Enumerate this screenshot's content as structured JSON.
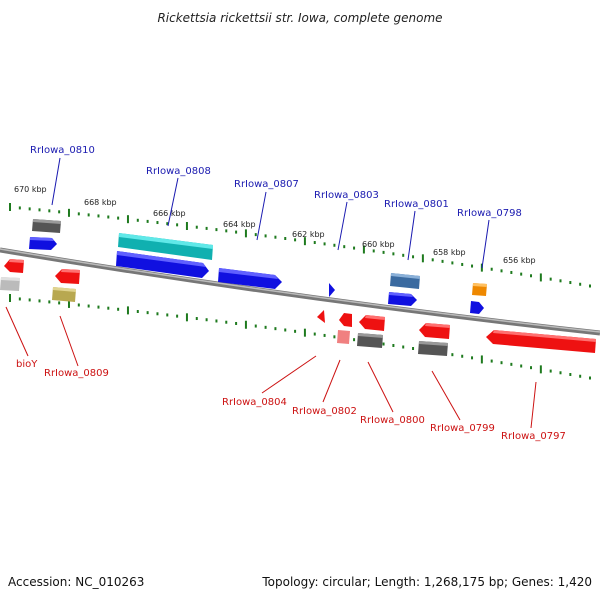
{
  "title": "Rickettsia rickettsii str. Iowa, complete genome",
  "footer": {
    "accession": "Accession: NC_010263",
    "topology": "Topology: circular; Length: 1,268,175 bp; Genes: 1,420"
  },
  "scale": {
    "labels": [
      "670 kbp",
      "668 kbp",
      "666 kbp",
      "664 kbp",
      "662 kbp",
      "660 kbp",
      "658 kbp",
      "656 kbp"
    ]
  },
  "genes_top": [
    {
      "label": "RrIowa_0810"
    },
    {
      "label": "RrIowa_0808"
    },
    {
      "label": "RrIowa_0807"
    },
    {
      "label": "RrIowa_0803"
    },
    {
      "label": "RrIowa_0801"
    },
    {
      "label": "RrIowa_0798"
    }
  ],
  "genes_bottom": [
    {
      "label": "bioY"
    },
    {
      "label": "RrIowa_0809"
    },
    {
      "label": "RrIowa_0804"
    },
    {
      "label": "RrIowa_0802"
    },
    {
      "label": "RrIowa_0800"
    },
    {
      "label": "RrIowa_0799"
    },
    {
      "label": "RrIowa_0797"
    }
  ],
  "colors": {
    "forward": "#1010e0",
    "reverse": "#ee1111",
    "cyan": "#20c8c8",
    "gray": "#555555",
    "lightgray": "#bbbbbb",
    "steel": "#4a7ab0",
    "orange": "#ee8800",
    "olive": "#b8a850",
    "pink": "#f08080",
    "backbone": "#888888",
    "ticks": "#1e7a1e"
  }
}
